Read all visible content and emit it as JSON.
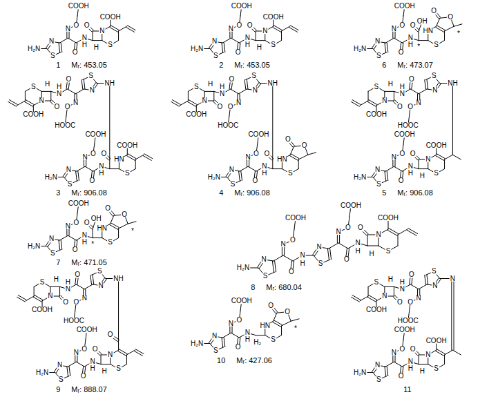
{
  "diagram": {
    "labels": [
      "H₂N",
      "N",
      "S",
      "N",
      "O",
      "COOH",
      "O",
      "N",
      "H",
      "O",
      "N",
      "H",
      "S",
      "COOH",
      "1",
      "Mᵣ: 453.05",
      "H₂N",
      "N",
      "S",
      "N",
      "O",
      "COOH",
      "O",
      "N",
      "H",
      "O",
      "N",
      "H",
      "S",
      "COOH",
      "2",
      "Mᵣ: 453.05",
      "H₂N",
      "N",
      "S",
      "N",
      "O",
      "COOH",
      "O",
      "N",
      "H",
      "*",
      "O",
      "OH",
      "HN",
      "S",
      "O",
      "O",
      "*",
      "6",
      "Mᵣ: 473.07",
      "NH",
      "N",
      "S",
      "N",
      "O",
      "HOOC",
      "O",
      "N",
      "H",
      "O",
      "N",
      "H",
      "S",
      "COOH",
      "H₂N",
      "N",
      "S",
      "N",
      "O",
      "COOH",
      "O",
      "N",
      "H",
      "O",
      "HN",
      "S",
      "COOH",
      "3",
      "Mᵣ: 906.08",
      "NH",
      "N",
      "S",
      "N",
      "O",
      "HOOC",
      "O",
      "N",
      "H",
      "O",
      "N",
      "H",
      "S",
      "COOH",
      "H₂N",
      "N",
      "S",
      "N",
      "O",
      "COOH",
      "O",
      "N",
      "H",
      "O",
      "HN",
      "S",
      "O",
      "O",
      "4",
      "Mᵣ: 906.08",
      "NH",
      "N",
      "S",
      "N",
      "O",
      "HOOC",
      "O",
      "N",
      "H",
      "O",
      "N",
      "H",
      "S",
      "COOH",
      "H₂N",
      "N",
      "S",
      "N",
      "O",
      "COOH",
      "O",
      "N",
      "H",
      "O",
      "N",
      "H",
      "S",
      "COOH",
      "5",
      "Mᵣ: 906.08",
      "H₂N",
      "N",
      "S",
      "N",
      "O",
      "COOH",
      "O",
      "N",
      "H",
      "*",
      "O",
      "OH",
      "HN",
      "S",
      "O",
      "O",
      "*",
      "7",
      "Mᵣ: 471.05",
      "H₂N",
      "N",
      "S",
      "N",
      "O",
      "COOH",
      "O",
      "N",
      "H",
      "N",
      "S",
      "N",
      "O",
      "COOH",
      "O",
      "N",
      "H",
      "O",
      "N",
      "H",
      "S",
      "COOH",
      "8",
      "Mᵣ: 680.04",
      "NH",
      "N",
      "S",
      "N",
      "O",
      "HOOC",
      "O",
      "N",
      "H",
      "O",
      "N",
      "H",
      "S",
      "COOH",
      "H₂N",
      "N",
      "S",
      "N",
      "O",
      "COOH",
      "O",
      "N",
      "H",
      "O",
      "N",
      "H",
      "S",
      "O",
      "9",
      "Mᵣ: 888.07",
      "H₂N",
      "N",
      "S",
      "N",
      "O",
      "COOH",
      "O",
      "N",
      "H",
      "H₂",
      "HN",
      "S",
      "O",
      "O",
      "*",
      "10",
      "Mᵣ: 427.06",
      "N",
      "N",
      "S",
      "N",
      "O",
      "HOOC",
      "O",
      "N",
      "H",
      "O",
      "N",
      "H",
      "S",
      "COOH",
      "H₂N",
      "N",
      "S",
      "N",
      "O",
      "COOH",
      "O",
      "N",
      "H",
      "O",
      "N",
      "H",
      "S",
      "COOH",
      "11"
    ]
  }
}
